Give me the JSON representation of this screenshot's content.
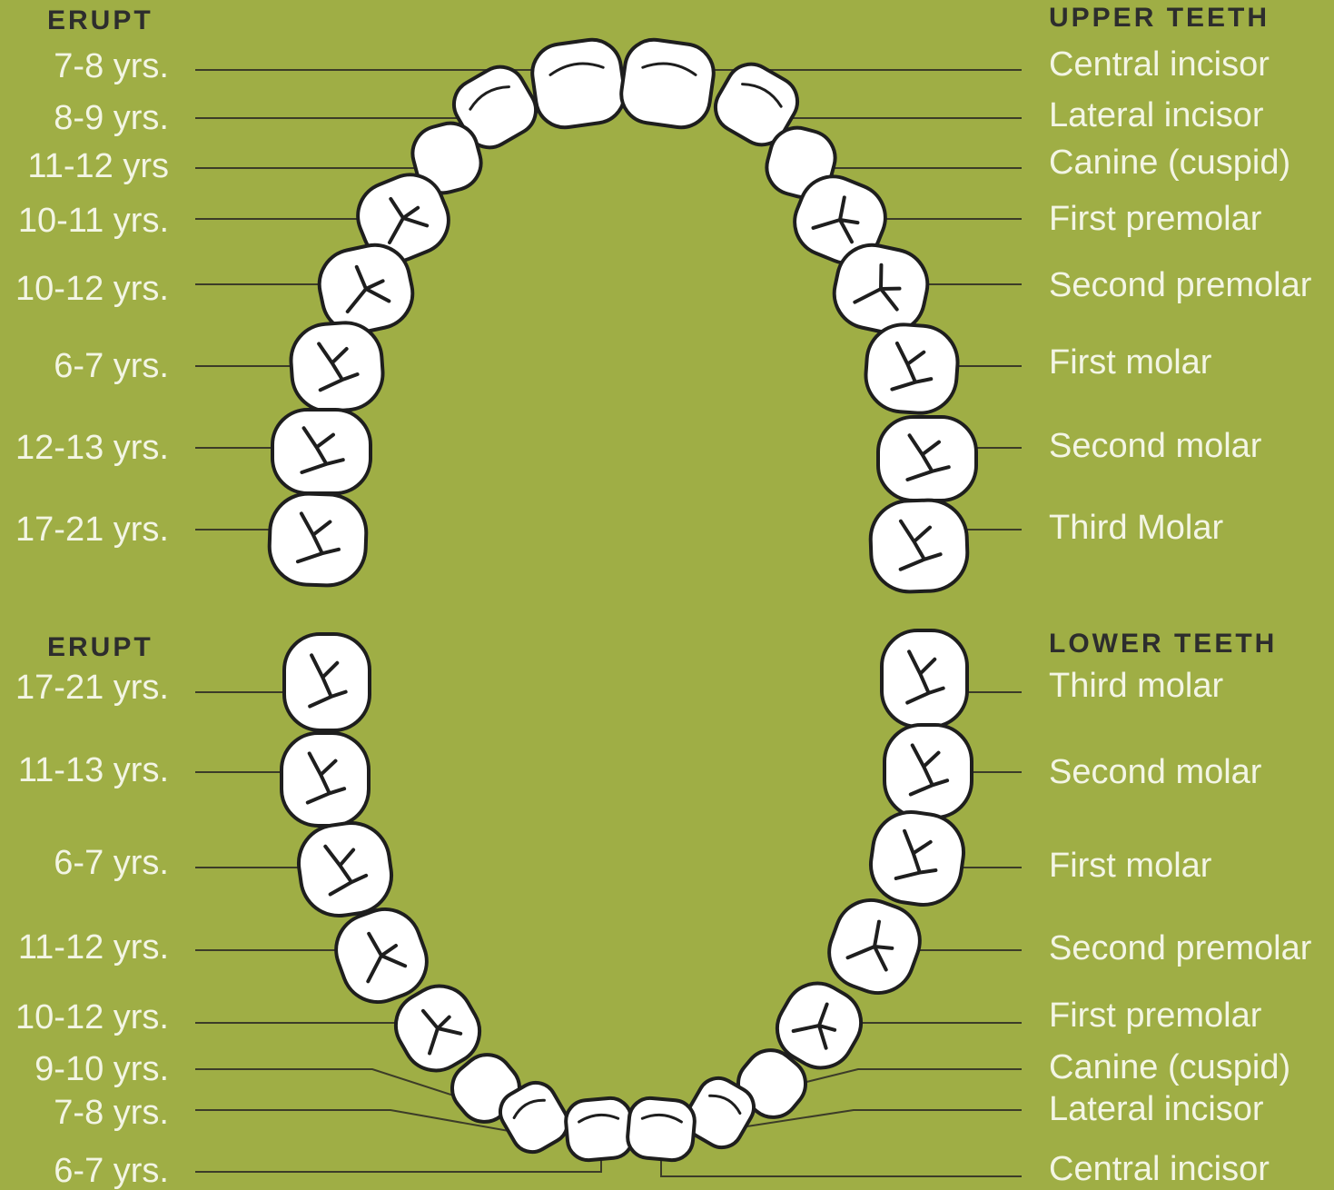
{
  "upper": {
    "left_header": "ERUPT",
    "right_header": "UPPER TEETH",
    "ages": [
      "7-8 yrs.",
      "8-9 yrs.",
      "11-12 yrs",
      "10-11 yrs.",
      "10-12 yrs.",
      "6-7 yrs.",
      "12-13 yrs.",
      "17-21 yrs."
    ],
    "names": [
      "Central incisor",
      "Lateral incisor",
      "Canine (cuspid)",
      "First premolar",
      "Second premolar",
      "First molar",
      "Second molar",
      "Third Molar"
    ]
  },
  "lower": {
    "left_header": "ERUPT",
    "right_header": "LOWER TEETH",
    "ages": [
      "17-21 yrs.",
      "11-13 yrs.",
      "6-7 yrs.",
      "11-12 yrs.",
      "10-12 yrs.",
      "9-10 yrs.",
      "7-8 yrs.",
      "6-7 yrs."
    ],
    "names": [
      "Third molar",
      "Second molar",
      "First molar",
      "Second premolar",
      "First premolar",
      "Canine (cuspid)",
      "Lateral incisor",
      "Central incisor"
    ]
  },
  "colors": {
    "background": "#9fae45",
    "label_text": "#f3f5e4",
    "header_text": "#2d2d2d",
    "tooth_fill": "#ffffff",
    "outline": "#1e1e1e",
    "leader_line": "#3c3c28"
  }
}
